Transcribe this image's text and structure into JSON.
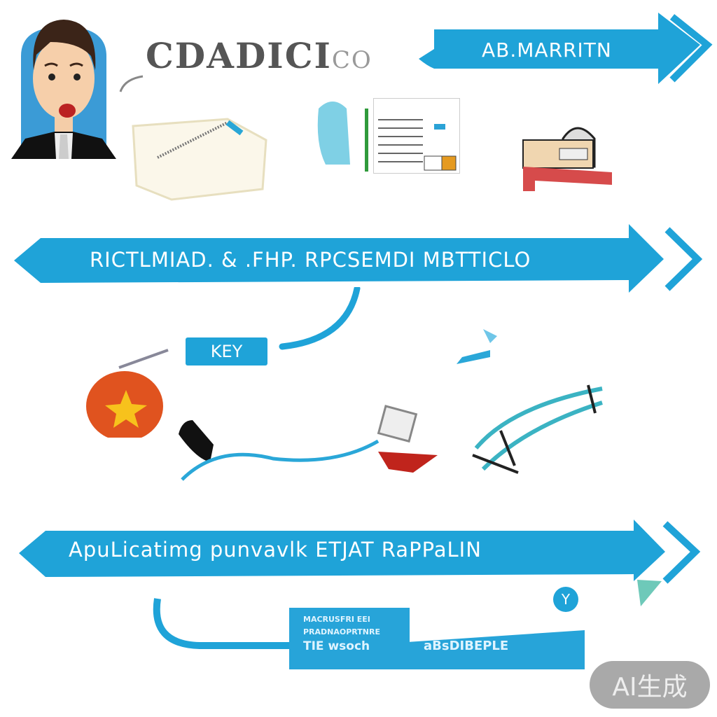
{
  "header": {
    "title": "CDADICI",
    "title_suffix": "CO",
    "avatar": {
      "icon": "businessman-avatar-icon",
      "bg_color": "#3b9bd6"
    }
  },
  "banners": [
    {
      "label": "AB.MARRITN",
      "color": "#1fa3d8"
    },
    {
      "label": "RICTLMIAD. & .FHP. RPCSEMDI MBTTICLO",
      "color": "#1fa3d8"
    },
    {
      "label": "ApuLicatimg punvavlk  ETJAT RaPPaLIN",
      "color": "#1fa3d8"
    }
  ],
  "icons_row1": [
    {
      "name": "scroll-document-icon"
    },
    {
      "name": "data-spreadsheet-icon"
    },
    {
      "name": "desk-workstation-icon"
    }
  ],
  "middle": {
    "key_label": "KEY",
    "icons": [
      {
        "name": "star-badge-icon",
        "color": "#e0531f"
      },
      {
        "name": "stamp-icon"
      },
      {
        "name": "laptop-icon"
      },
      {
        "name": "rail-track-icon"
      }
    ]
  },
  "result": {
    "lines": [
      "MACRUSFRI EEI",
      "PRADNAOPRTNRE",
      "TIE wsoch"
    ],
    "trailing_text": "aBsDIBEPLE",
    "badge_letter": "Y"
  },
  "watermark": {
    "label": "AI生成"
  },
  "colors": {
    "accent": "#1fa3d8",
    "title_gray": "#555555",
    "orange": "#e0531f",
    "star": "#f7c21c"
  }
}
